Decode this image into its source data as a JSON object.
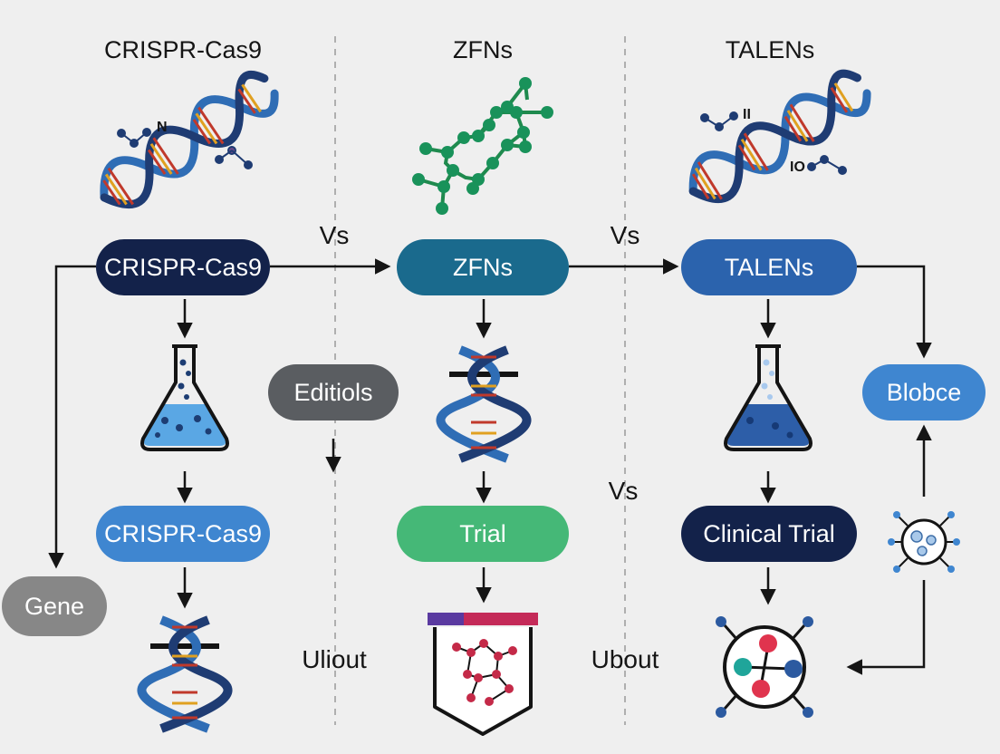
{
  "colors": {
    "navy": "#13224a",
    "teal": "#1a6a8d",
    "blue_mid": "#2b63ad",
    "blue_light": "#3f86d0",
    "grey_dark": "#5a5d61",
    "grey_light": "#878787",
    "green": "#45b877",
    "helix_blue": "#2f6db5",
    "molecule_green": "#1f8a4e"
  },
  "columns": [
    {
      "title": "CRISPR-Cas9",
      "icon": "dna-helix-icon"
    },
    {
      "title": "ZFNs",
      "icon": "molecule-network-icon"
    },
    {
      "title": "TALENs",
      "icon": "dna-helix-icon"
    }
  ],
  "pills": {
    "crispr_main": "CRISPR-Cas9",
    "zfns_main": "ZFNs",
    "talens_main": "TALENs",
    "editiols": "Editiols",
    "blobce": "Blobce",
    "crispr_second": "CRISPR-Cas9",
    "trial": "Trial",
    "clinical_trial": "Clinical Trial",
    "gene": "Gene"
  },
  "labels": {
    "vs_1": "Vs",
    "vs_2": "Vs",
    "vs_3": "Vs",
    "uliout": "Uliout",
    "ubout": "Ubout"
  },
  "helix_labels": {
    "crispr_n": "N",
    "talens_ii": "II",
    "talens_io": "IO"
  },
  "icons": [
    "flask-icon",
    "dna-helix-icon",
    "shield-network-icon",
    "molecule-circle-icon",
    "cell-icon"
  ]
}
